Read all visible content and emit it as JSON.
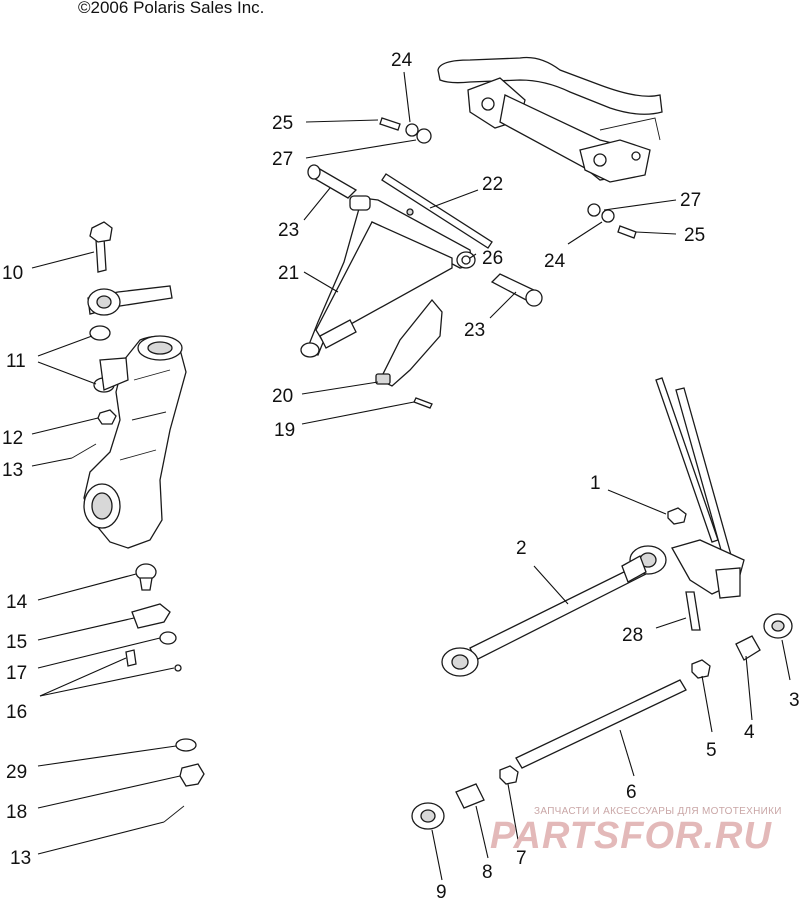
{
  "copyright": "©2006 Polaris Sales Inc.",
  "watermark": {
    "tagline": "ЗАПЧАСТИ И АКСЕССУАРЫ ДЛЯ МОТОТЕХНИКИ",
    "brand": "PARTSFOR.RU"
  },
  "callouts": {
    "c1": "1",
    "c2": "2",
    "c3": "3",
    "c4": "4",
    "c5": "5",
    "c6": "6",
    "c7": "7",
    "c8": "8",
    "c9": "9",
    "c10": "10",
    "c11": "11",
    "c12": "12",
    "c13a": "13",
    "c13b": "13",
    "c14": "14",
    "c15": "15",
    "c16": "16",
    "c17": "17",
    "c18": "18",
    "c19": "19",
    "c20": "20",
    "c21": "21",
    "c22": "22",
    "c23a": "23",
    "c23b": "23",
    "c24a": "24",
    "c24b": "24",
    "c25a": "25",
    "c25b": "25",
    "c26": "26",
    "c27a": "27",
    "c27b": "27",
    "c28": "28",
    "c29": "29"
  }
}
